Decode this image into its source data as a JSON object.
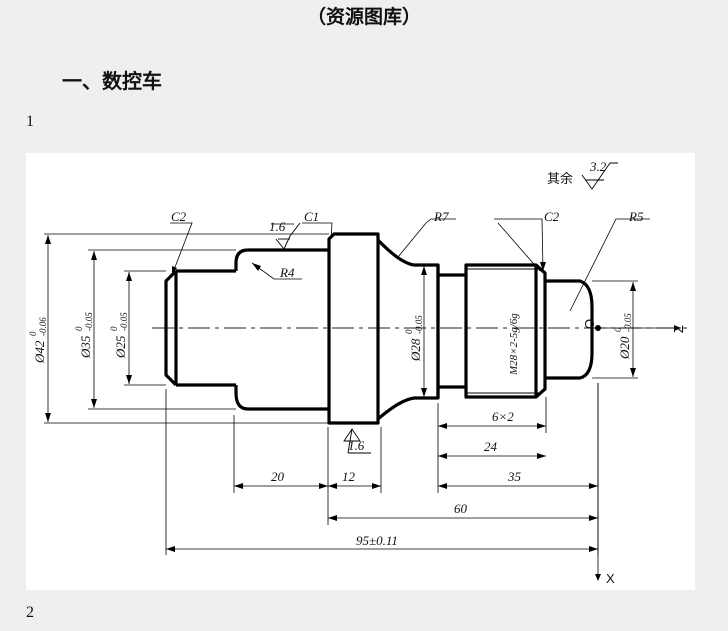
{
  "header": {
    "title": "（资源图库）"
  },
  "section": {
    "heading": "一、数控车"
  },
  "items": {
    "first": "1",
    "second": "2"
  },
  "drawing": {
    "surface_note": "其余",
    "roughness_general": "3.2",
    "roughness_local": "1.6",
    "chamfer_left": "C2",
    "chamfer_mid": "C1",
    "chamfer_right": "C2",
    "radius_r7": "R7",
    "radius_r5": "R5",
    "radius_r4": "R4",
    "dia42": {
      "main": "Ø42",
      "upper": "0",
      "lower": "-0.06"
    },
    "dia35": {
      "main": "Ø35",
      "upper": "0",
      "lower": "-0.05"
    },
    "dia25": {
      "main": "Ø25",
      "upper": "0",
      "lower": "-0.05"
    },
    "dia28": {
      "main": "Ø28",
      "upper": "0",
      "lower": "-0.05"
    },
    "thread": "M28×2-5g/6g",
    "dia20": {
      "main": "Ø20",
      "upper": "0",
      "lower": "-0.05"
    },
    "groove": "6×2",
    "len_24": "24",
    "len_20": "20",
    "len_12": "12",
    "len_35": "35",
    "len_60": "60",
    "len_total": "95±0.11",
    "origin_label": "O",
    "axis_z": "Z",
    "axis_x": "X"
  }
}
